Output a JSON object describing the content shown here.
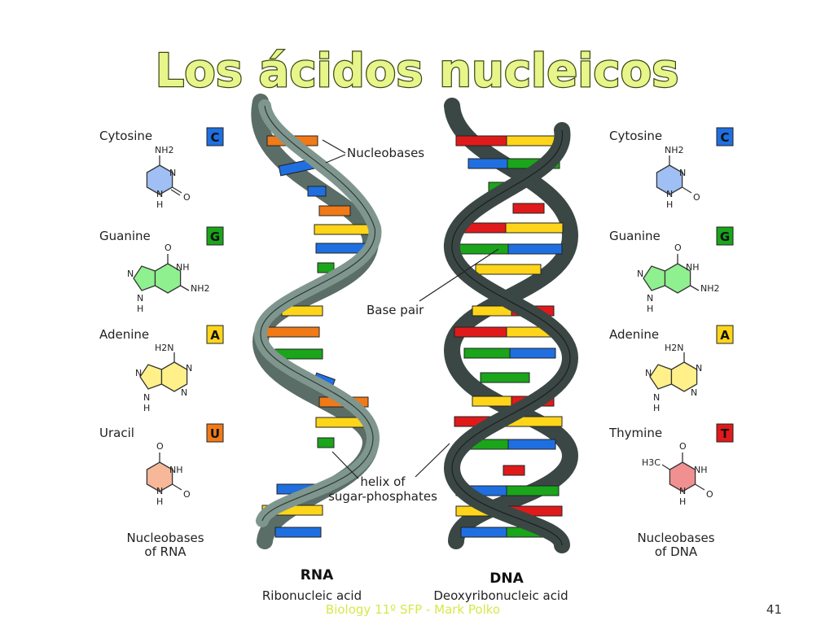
{
  "title": "Los ácidos nucleicos",
  "colors": {
    "cytosine": "#1f6fe0",
    "guanine": "#1aa51a",
    "adenine": "#ffd51a",
    "uracil": "#f07a18",
    "thymine": "#e01a1a",
    "rna_backbone": "#7f968e",
    "dna_backbone": "#3b4745"
  },
  "rna_panel": {
    "bases": [
      {
        "name": "Cytosine",
        "letter": "C",
        "color": "#1f6fe0"
      },
      {
        "name": "Guanine",
        "letter": "G",
        "color": "#1aa51a"
      },
      {
        "name": "Adenine",
        "letter": "A",
        "color": "#ffd51a"
      },
      {
        "name": "Uracil",
        "letter": "U",
        "color": "#f07a18"
      }
    ],
    "caption_line1": "Nucleobases",
    "caption_line2": "of RNA"
  },
  "dna_panel": {
    "bases": [
      {
        "name": "Cytosine",
        "letter": "C",
        "color": "#1f6fe0"
      },
      {
        "name": "Guanine",
        "letter": "G",
        "color": "#1aa51a"
      },
      {
        "name": "Adenine",
        "letter": "A",
        "color": "#ffd51a"
      },
      {
        "name": "Thymine",
        "letter": "T",
        "color": "#e01a1a"
      }
    ],
    "caption_line1": "Nucleobases",
    "caption_line2": "of DNA"
  },
  "atoms": {
    "nh2": "NH2",
    "nh": "NH",
    "n": "N",
    "h": "H",
    "o": "O",
    "h2n": "H2N",
    "h3c": "H3C"
  },
  "annotations": {
    "nucleobases": "Nucleobases",
    "base_pair": "Base pair",
    "helix_line1": "helix of",
    "helix_line2": "sugar-phosphates"
  },
  "rna": {
    "label": "RNA",
    "full_name": "Ribonucleic acid"
  },
  "dna": {
    "label": "DNA",
    "full_name": "Deoxyribonucleic acid"
  },
  "footer": {
    "text": "Biology 11º SFP - Mark Polko",
    "page_number": "41"
  }
}
